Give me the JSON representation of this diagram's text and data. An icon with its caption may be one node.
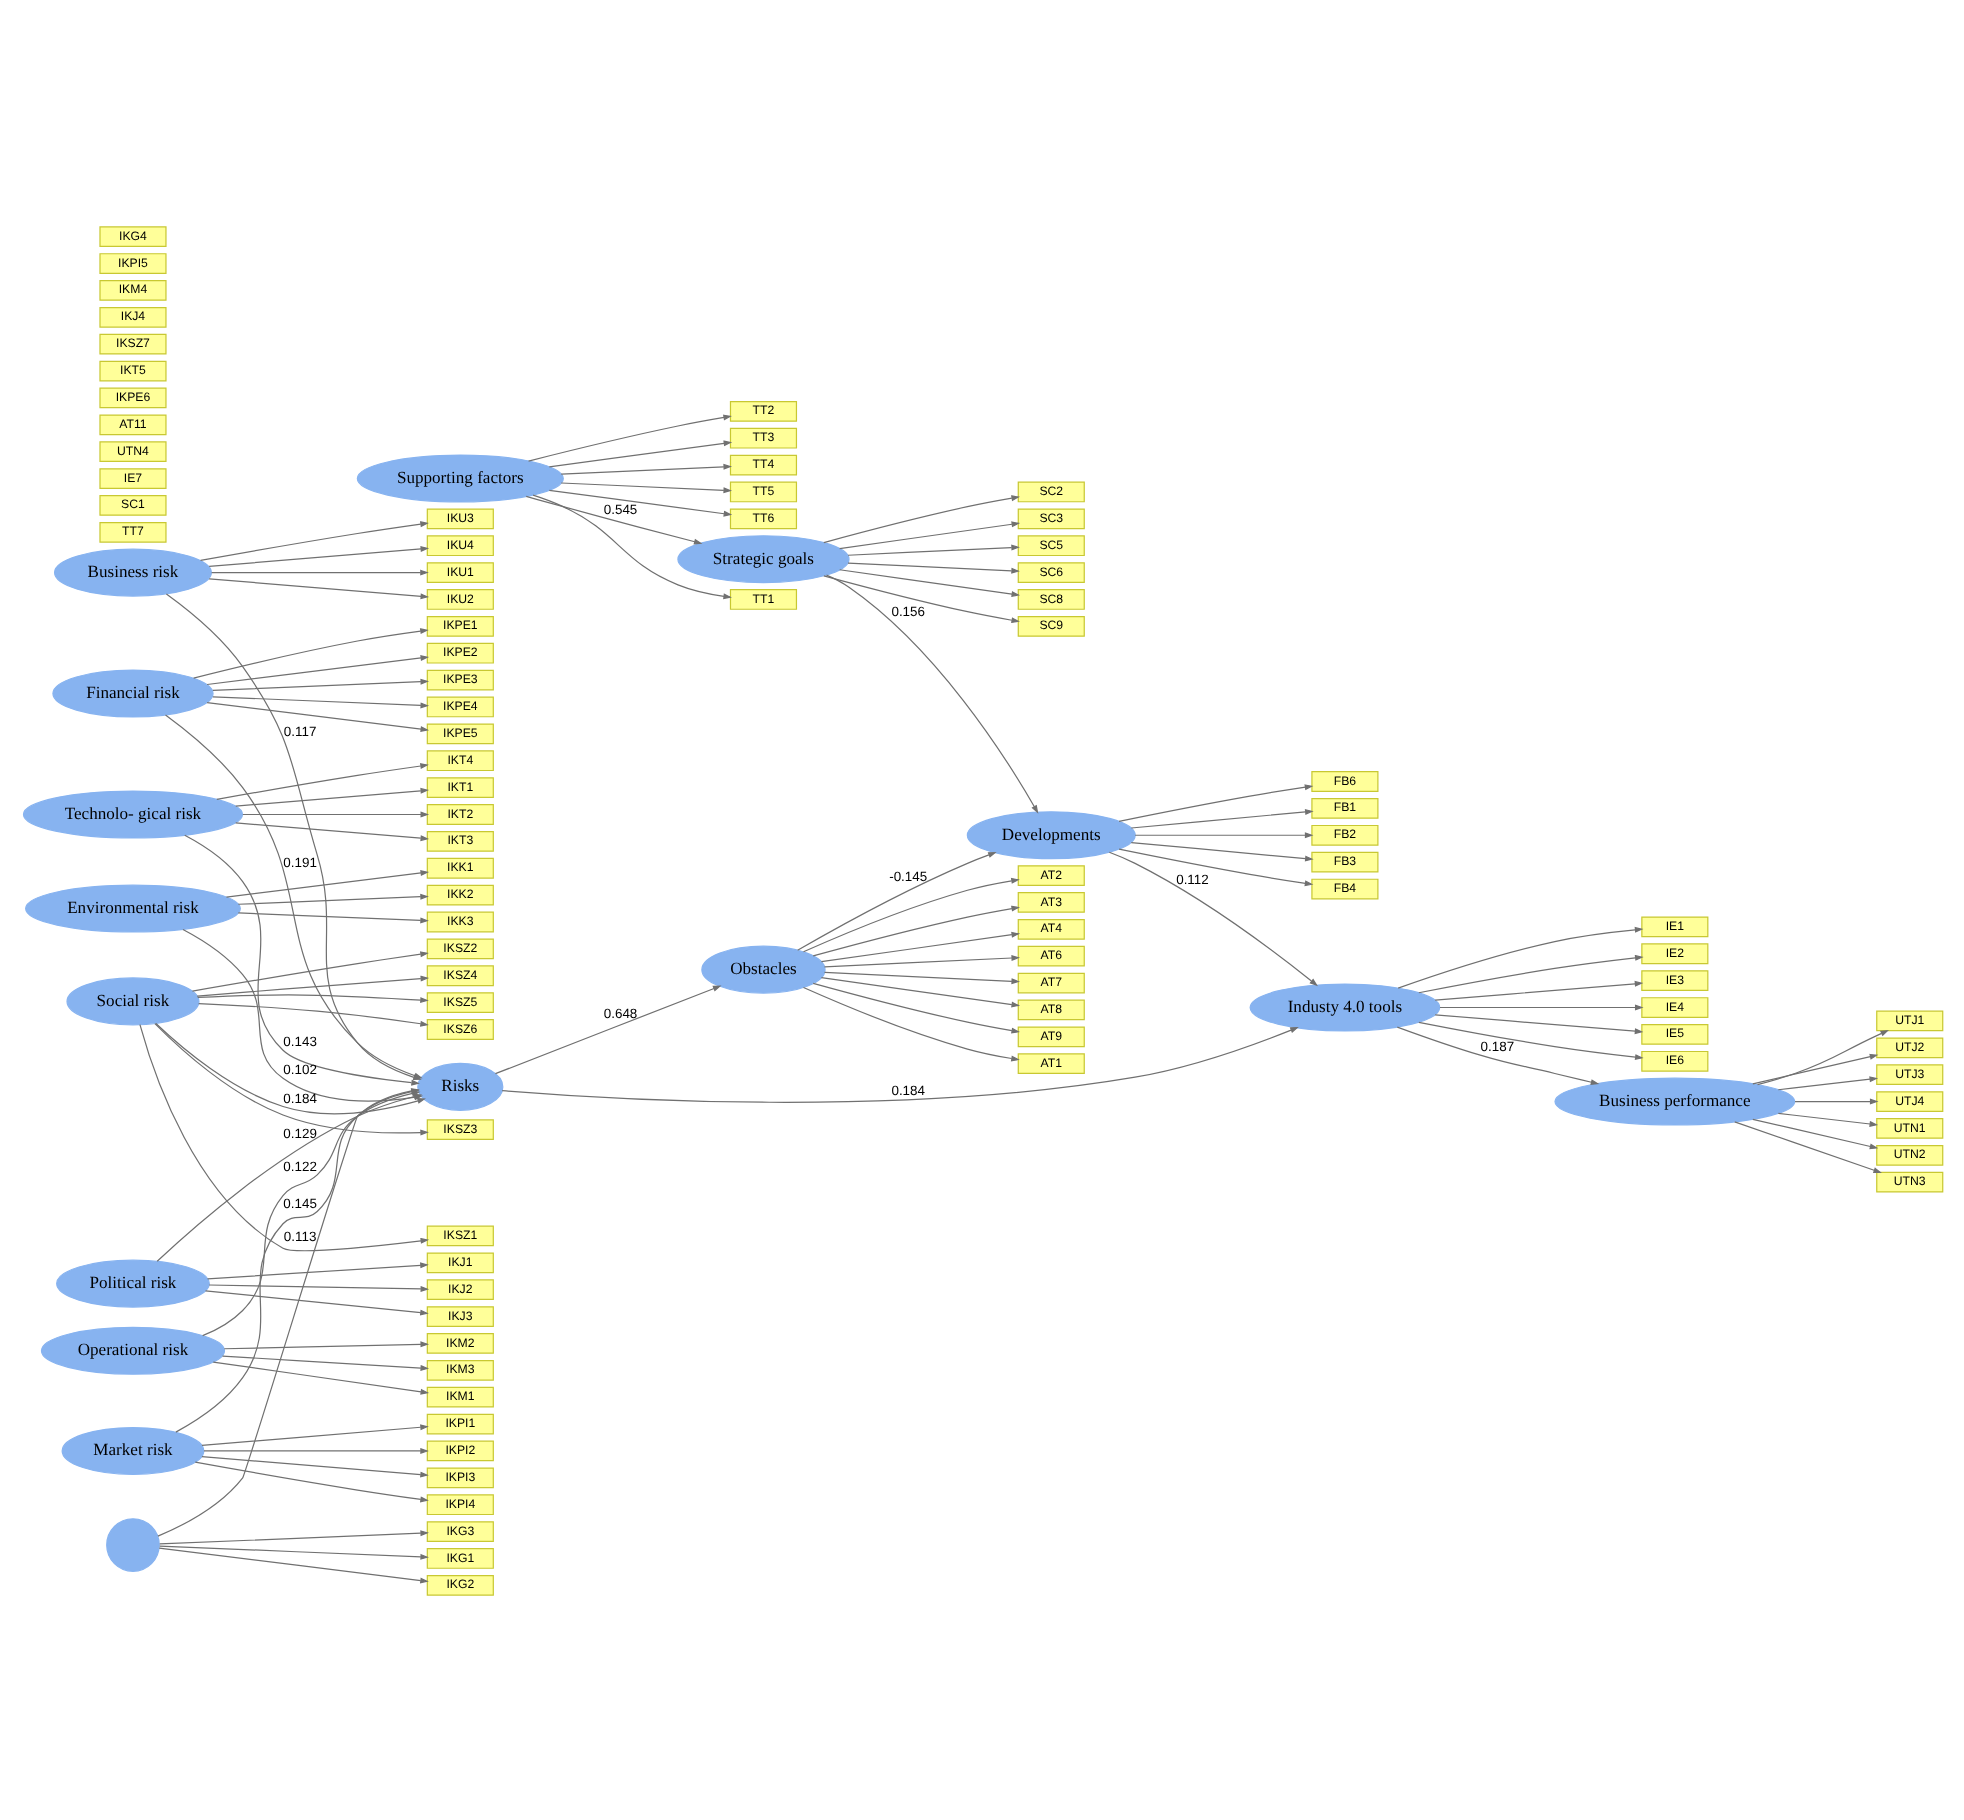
{
  "diagram": {
    "nodes": [
      {
        "text": [
          "Supporting factors"
        ]
      },
      {
        "text": [
          "TT1"
        ]
      },
      {
        "text": [
          "TT2"
        ]
      },
      {
        "text": [
          "TT3"
        ]
      },
      {
        "text": [
          "TT4"
        ]
      },
      {
        "text": [
          "TT5"
        ]
      },
      {
        "text": [
          "TT6"
        ]
      },
      {
        "text": [
          "TT7"
        ]
      },
      {
        "text": [
          "Strategic goals"
        ]
      },
      {
        "text": [
          "SC2"
        ]
      },
      {
        "text": [
          "SC3"
        ]
      },
      {
        "text": [
          "SC5"
        ]
      },
      {
        "text": [
          "SC6"
        ]
      },
      {
        "text": [
          "SC8"
        ]
      },
      {
        "text": [
          "SC9"
        ]
      },
      {
        "text": [
          "SC1"
        ]
      },
      {
        "text": [
          "FB1"
        ]
      },
      {
        "text": [
          "FB2"
        ]
      },
      {
        "text": [
          "FB3"
        ]
      },
      {
        "text": [
          "FB4"
        ]
      },
      {
        "text": [
          "FB6"
        ]
      },
      {
        "text": [
          "Developments"
        ]
      },
      {
        "text": [
          "IE1"
        ]
      },
      {
        "text": [
          "IE2"
        ]
      },
      {
        "text": [
          "IE3"
        ]
      },
      {
        "text": [
          "IE4"
        ]
      },
      {
        "text": [
          "IE5"
        ]
      },
      {
        "text": [
          "IE6"
        ]
      },
      {
        "text": [
          "IE7"
        ]
      },
      {
        "text": [
          "Industy 4.0 tools"
        ]
      },
      {
        "text": [
          "UTJ1"
        ]
      },
      {
        "text": [
          "UTJ2"
        ]
      },
      {
        "text": [
          "UTJ3"
        ]
      },
      {
        "text": [
          "UTJ4"
        ]
      },
      {
        "text": [
          "UTN1"
        ]
      },
      {
        "text": [
          "UTN2"
        ]
      },
      {
        "text": [
          "UTN3"
        ]
      },
      {
        "text": [
          "UTN4"
        ]
      },
      {
        "text": [
          "Business performance"
        ]
      },
      {
        "text": [
          "AT1"
        ]
      },
      {
        "text": [
          "AT2"
        ]
      },
      {
        "text": [
          "AT3"
        ]
      },
      {
        "text": [
          "AT4"
        ]
      },
      {
        "text": [
          "AT6"
        ]
      },
      {
        "text": [
          "AT7"
        ]
      },
      {
        "text": [
          "AT8"
        ]
      },
      {
        "text": [
          "AT9"
        ]
      },
      {
        "text": [
          "AT11"
        ]
      },
      {
        "text": [
          "Obstacles"
        ]
      },
      {
        "text": [
          "Risks"
        ]
      },
      {
        "text": [
          "IKU1"
        ]
      },
      {
        "text": [
          "IKU2"
        ]
      },
      {
        "text": [
          "IKU3"
        ]
      },
      {
        "text": [
          "IKU4"
        ]
      },
      {
        "text": [
          "Business risk"
        ]
      },
      {
        "text": [
          "IKPE1"
        ]
      },
      {
        "text": [
          "IKPE2"
        ]
      },
      {
        "text": [
          "IKPE3"
        ]
      },
      {
        "text": [
          "IKPE4"
        ]
      },
      {
        "text": [
          "IKPE5"
        ]
      },
      {
        "text": [
          "IKPE6"
        ]
      },
      {
        "text": [
          "Financial risk"
        ]
      },
      {
        "text": [
          "IKT1"
        ]
      },
      {
        "text": [
          "IKT2"
        ]
      },
      {
        "text": [
          "IKT3"
        ]
      },
      {
        "text": [
          "IKT4"
        ]
      },
      {
        "text": [
          "IKT5"
        ]
      },
      {
        "text": [
          "Technolo- gical risk"
        ]
      },
      {
        "text": [
          "IKK1"
        ]
      },
      {
        "text": [
          "IKK2"
        ]
      },
      {
        "text": [
          "IKK3"
        ]
      },
      {
        "text": [
          "Environmental risk"
        ]
      },
      {
        "text": [
          "IKSZ1"
        ]
      },
      {
        "text": [
          "IKSZ2"
        ]
      },
      {
        "text": [
          "IKSZ3"
        ]
      },
      {
        "text": [
          "IKSZ4"
        ]
      },
      {
        "text": [
          "IKSZ5"
        ]
      },
      {
        "text": [
          "IKSZ6"
        ]
      },
      {
        "text": [
          "IKSZ7"
        ]
      },
      {
        "text": [
          "Social risk"
        ]
      },
      {
        "text": [
          "IKJ1"
        ]
      },
      {
        "text": [
          "IKJ2"
        ]
      },
      {
        "text": [
          "IKJ3"
        ]
      },
      {
        "text": [
          "IKJ4"
        ]
      },
      {
        "text": [
          "Political risk"
        ]
      },
      {
        "text": [
          "IKM1"
        ]
      },
      {
        "text": [
          "IKM2"
        ]
      },
      {
        "text": [
          "IKM3"
        ]
      },
      {
        "text": [
          "IKM4"
        ]
      },
      {
        "text": [
          "Operational risk"
        ]
      },
      {
        "text": [
          "IKPI1"
        ]
      },
      {
        "text": [
          "IKPI2"
        ]
      },
      {
        "text": [
          "IKPI3"
        ]
      },
      {
        "text": [
          "IKPI4"
        ]
      },
      {
        "text": [
          "IKPI5"
        ]
      },
      {
        "text": [
          "Market risk"
        ]
      },
      {
        "text": [
          "IKG1"
        ]
      },
      {
        "text": [
          "IKG2"
        ]
      },
      {
        "text": [
          "IKG3"
        ]
      },
      {
        "text": [
          "IKG4"
        ]
      },
      {
        "text": [],
        "shape": "circle"
      }
    ],
    "edges": [
      {
        "from": 0,
        "to": 1,
        "arrow": "to"
      },
      {
        "from": 0,
        "to": 2,
        "arrow": "to"
      },
      {
        "from": 0,
        "to": 3,
        "arrow": "to"
      },
      {
        "from": 0,
        "to": 4,
        "arrow": "to"
      },
      {
        "from": 0,
        "to": 5,
        "arrow": "to"
      },
      {
        "from": 0,
        "to": 6,
        "arrow": "to"
      },
      {
        "from": 8,
        "to": 9,
        "arrow": "to"
      },
      {
        "from": 8,
        "to": 10,
        "arrow": "to"
      },
      {
        "from": 8,
        "to": 11,
        "arrow": "to"
      },
      {
        "from": 8,
        "to": 12,
        "arrow": "to"
      },
      {
        "from": 8,
        "to": 13,
        "arrow": "to"
      },
      {
        "from": 8,
        "to": 14,
        "arrow": "to"
      },
      {
        "from": 21,
        "to": 16,
        "arrow": "to"
      },
      {
        "from": 21,
        "to": 17,
        "arrow": "to"
      },
      {
        "from": 21,
        "to": 18,
        "arrow": "to"
      },
      {
        "from": 21,
        "to": 19,
        "arrow": "to"
      },
      {
        "from": 21,
        "to": 20,
        "arrow": "to"
      },
      {
        "from": 29,
        "to": 22,
        "arrow": "to"
      },
      {
        "from": 29,
        "to": 23,
        "arrow": "to"
      },
      {
        "from": 29,
        "to": 24,
        "arrow": "to"
      },
      {
        "from": 29,
        "to": 25,
        "arrow": "to"
      },
      {
        "from": 29,
        "to": 26,
        "arrow": "to"
      },
      {
        "from": 29,
        "to": 27,
        "arrow": "to"
      },
      {
        "from": 38,
        "to": 30,
        "arrow": "to"
      },
      {
        "from": 38,
        "to": 31,
        "arrow": "to"
      },
      {
        "from": 38,
        "to": 32,
        "arrow": "to"
      },
      {
        "from": 38,
        "to": 33,
        "arrow": "to"
      },
      {
        "from": 38,
        "to": 34,
        "arrow": "to"
      },
      {
        "from": 38,
        "to": 35,
        "arrow": "to"
      },
      {
        "from": 38,
        "to": 36,
        "arrow": "to"
      },
      {
        "from": 48,
        "to": 39,
        "arrow": "to"
      },
      {
        "from": 48,
        "to": 40,
        "arrow": "to"
      },
      {
        "from": 48,
        "to": 41,
        "arrow": "to"
      },
      {
        "from": 48,
        "to": 42,
        "arrow": "to"
      },
      {
        "from": 48,
        "to": 43,
        "arrow": "to"
      },
      {
        "from": 48,
        "to": 44,
        "arrow": "to"
      },
      {
        "from": 48,
        "to": 45,
        "arrow": "to"
      },
      {
        "from": 48,
        "to": 46,
        "arrow": "to"
      },
      {
        "from": 54,
        "to": 50,
        "arrow": "to"
      },
      {
        "from": 54,
        "to": 51,
        "arrow": "to"
      },
      {
        "from": 54,
        "to": 52,
        "arrow": "to"
      },
      {
        "from": 54,
        "to": 53,
        "arrow": "to"
      },
      {
        "from": 61,
        "to": 55,
        "arrow": "to"
      },
      {
        "from": 61,
        "to": 56,
        "arrow": "to"
      },
      {
        "from": 61,
        "to": 57,
        "arrow": "to"
      },
      {
        "from": 61,
        "to": 58,
        "arrow": "to"
      },
      {
        "from": 61,
        "to": 59,
        "arrow": "to"
      },
      {
        "from": 67,
        "to": 62,
        "arrow": "to"
      },
      {
        "from": 67,
        "to": 63,
        "arrow": "to"
      },
      {
        "from": 67,
        "to": 64,
        "arrow": "to"
      },
      {
        "from": 67,
        "to": 65,
        "arrow": "to"
      },
      {
        "from": 71,
        "to": 68,
        "arrow": "to"
      },
      {
        "from": 71,
        "to": 69,
        "arrow": "to"
      },
      {
        "from": 71,
        "to": 70,
        "arrow": "to"
      },
      {
        "from": 79,
        "to": 72,
        "arrow": "to"
      },
      {
        "from": 79,
        "to": 73,
        "arrow": "to"
      },
      {
        "from": 79,
        "to": 74,
        "arrow": "to"
      },
      {
        "from": 79,
        "to": 75,
        "arrow": "to"
      },
      {
        "from": 79,
        "to": 76,
        "arrow": "to"
      },
      {
        "from": 79,
        "to": 77,
        "arrow": "to"
      },
      {
        "from": 84,
        "to": 80,
        "arrow": "to"
      },
      {
        "from": 84,
        "to": 81,
        "arrow": "to"
      },
      {
        "from": 84,
        "to": 82,
        "arrow": "to"
      },
      {
        "from": 89,
        "to": 85,
        "arrow": "to"
      },
      {
        "from": 89,
        "to": 86,
        "arrow": "to"
      },
      {
        "from": 89,
        "to": 87,
        "arrow": "to"
      },
      {
        "from": 95,
        "to": 90,
        "arrow": "to"
      },
      {
        "from": 95,
        "to": 91,
        "arrow": "to"
      },
      {
        "from": 95,
        "to": 92,
        "arrow": "to"
      },
      {
        "from": 95,
        "to": 93,
        "arrow": "to"
      },
      {
        "from": 100,
        "to": 96,
        "arrow": "to"
      },
      {
        "from": 100,
        "to": 97,
        "arrow": "to"
      },
      {
        "from": 100,
        "to": 98,
        "arrow": "to"
      },
      {
        "from": 0,
        "to": 8,
        "arrow": "to",
        "label": "0.545"
      },
      {
        "from": 8,
        "to": 21,
        "arrow": "to",
        "label": "0.156"
      },
      {
        "from": 21,
        "to": 29,
        "arrow": "to",
        "label": "0.112"
      },
      {
        "from": 29,
        "to": 38,
        "arrow": "to",
        "label": "0.187"
      },
      {
        "from": 48,
        "to": 21,
        "arrow": "to",
        "label": "-0.145"
      },
      {
        "from": 49,
        "to": 29,
        "arrow": "to",
        "label": "0.184"
      },
      {
        "from": 49,
        "to": 48,
        "arrow": "to",
        "label": "0.648"
      },
      {
        "from": 54,
        "to": 49,
        "arrow": "to",
        "label": "0.117"
      },
      {
        "from": 61,
        "to": 49,
        "arrow": "to",
        "label": "0.191"
      },
      {
        "from": 67,
        "to": 49,
        "arrow": "to",
        "label": "0.143"
      },
      {
        "from": 89,
        "to": 49,
        "arrow": "to",
        "label": "0.122"
      },
      {
        "from": 71,
        "to": 49,
        "arrow": "to",
        "label": "0.102"
      },
      {
        "from": 95,
        "to": 49,
        "arrow": "to",
        "label": "0.145"
      },
      {
        "from": 84,
        "to": 49,
        "arrow": "to",
        "label": "0.129"
      },
      {
        "from": 100,
        "to": 49,
        "arrow": "to",
        "label": "0.113"
      },
      {
        "from": 79,
        "to": 49,
        "arrow": "to",
        "label": "0.184"
      }
    ]
  }
}
